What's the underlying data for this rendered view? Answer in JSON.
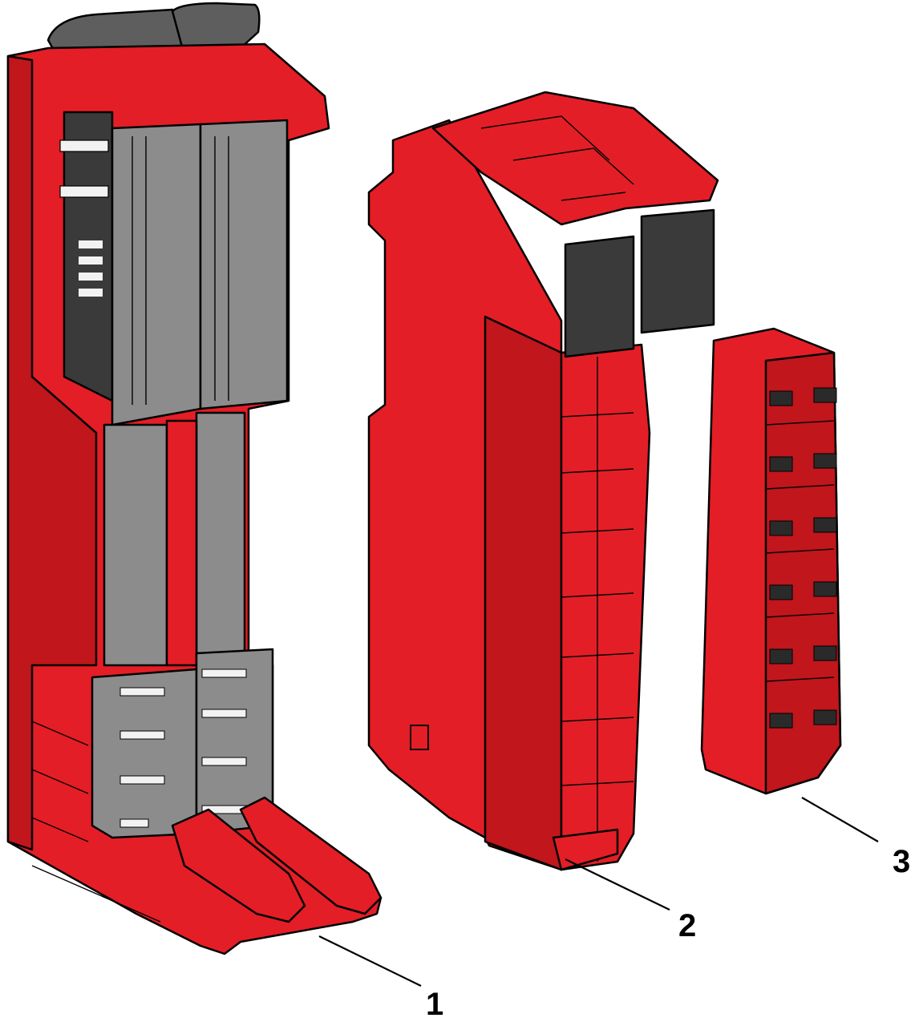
{
  "colors": {
    "body_red": "#e41e26",
    "shade_red": "#c0161c",
    "gray": "#8c8c8c",
    "dark_gray": "#3a3a3a",
    "outline": "#000000"
  },
  "callouts": [
    {
      "id": "1",
      "label": "1"
    },
    {
      "id": "2",
      "label": "2"
    },
    {
      "id": "3",
      "label": "3"
    }
  ]
}
